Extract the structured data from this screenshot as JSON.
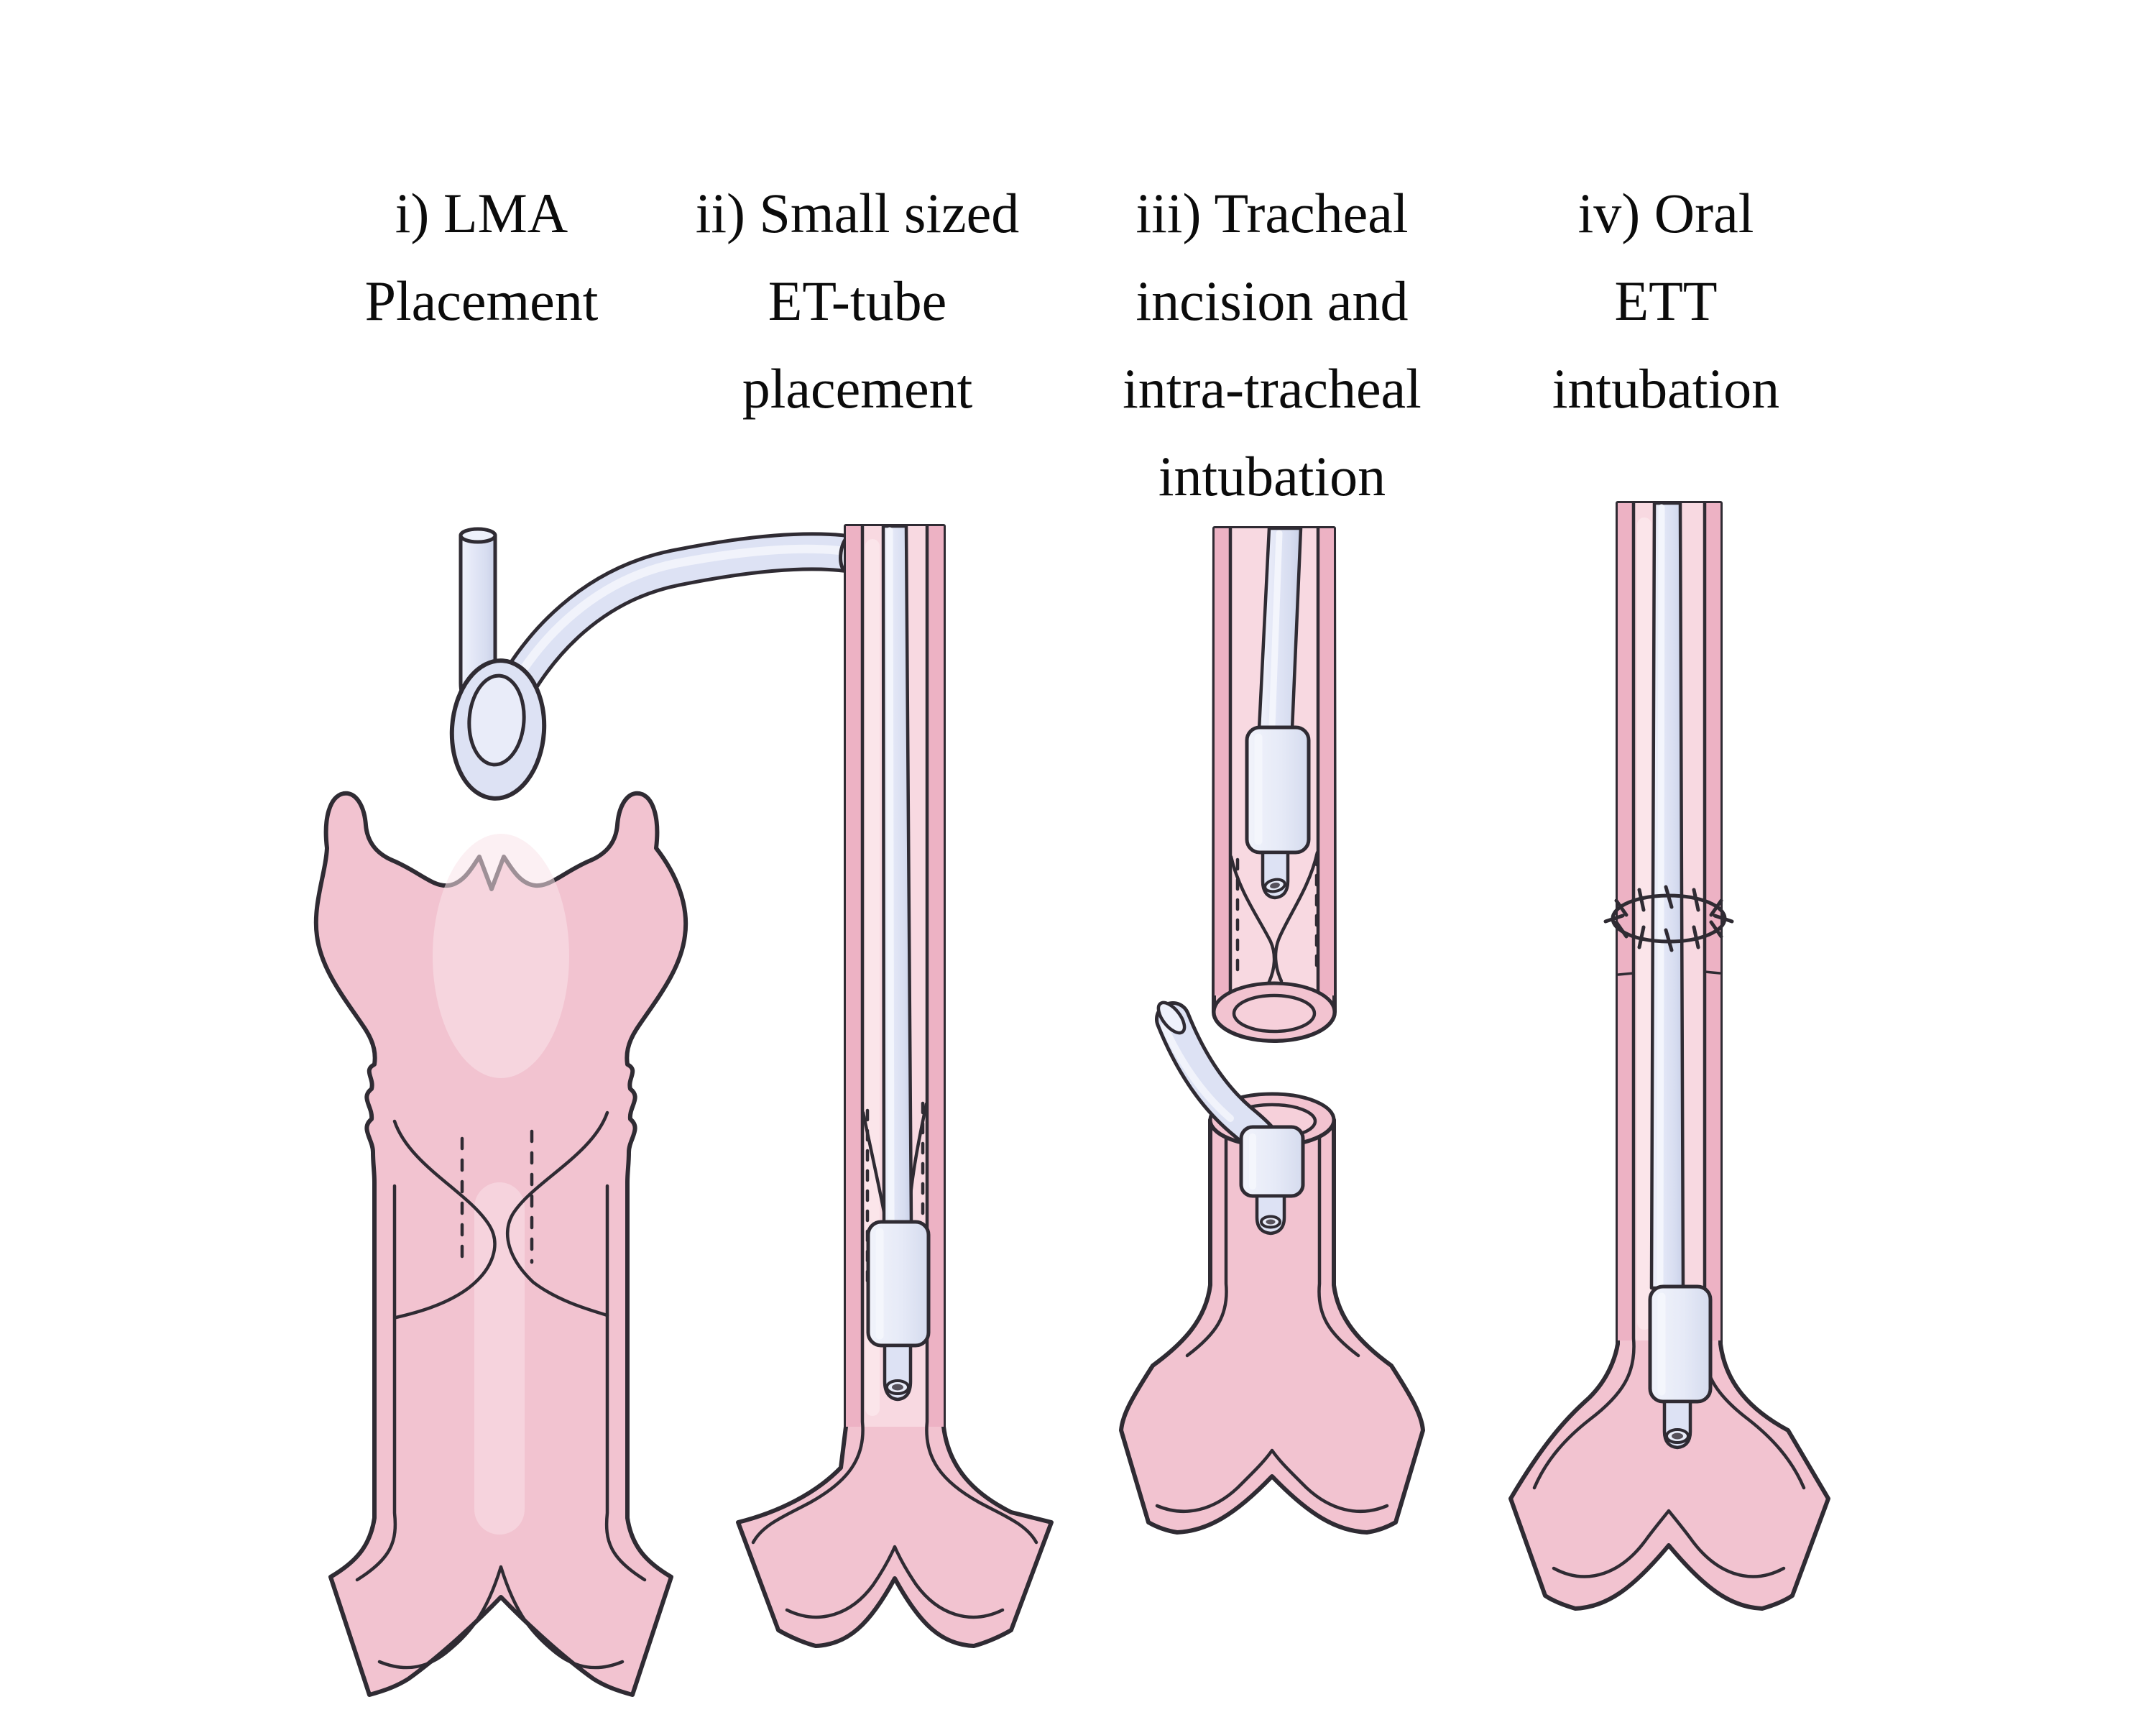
{
  "figure": {
    "type": "medical-illustration",
    "panels": [
      {
        "id": "i",
        "title_lines": [
          "i) LMA",
          "Placement"
        ],
        "depicts": "laryngeal mask airway above larynx and stenotic trachea"
      },
      {
        "id": "ii",
        "title_lines": [
          "ii) Small sized",
          "ET-tube",
          "placement"
        ],
        "depicts": "small endotracheal tube with cuff passing tracheal stenosis"
      },
      {
        "id": "iii",
        "title_lines": [
          "iii) Tracheal",
          "incision and",
          "intra-tracheal",
          "intubation"
        ],
        "depicts": "transected trachea, upper and lower segments each intubated"
      },
      {
        "id": "iv",
        "title_lines": [
          "iv) Oral",
          "ETT",
          "intubation"
        ],
        "depicts": "oral endotracheal tube across sutured anastomosis to carina"
      }
    ],
    "colors": {
      "tissue_pink": "#f2c3d0",
      "tissue_pink_deep": "#edb2c4",
      "lumen_pink": "#f8d9e1",
      "tissue_highlight": "#fae3ea",
      "device_lavender": "#dde2f4",
      "device_highlight": "#f3f5fc",
      "outline": "#2f2b33",
      "background": "#ffffff",
      "text": "#0b0b0b"
    }
  }
}
